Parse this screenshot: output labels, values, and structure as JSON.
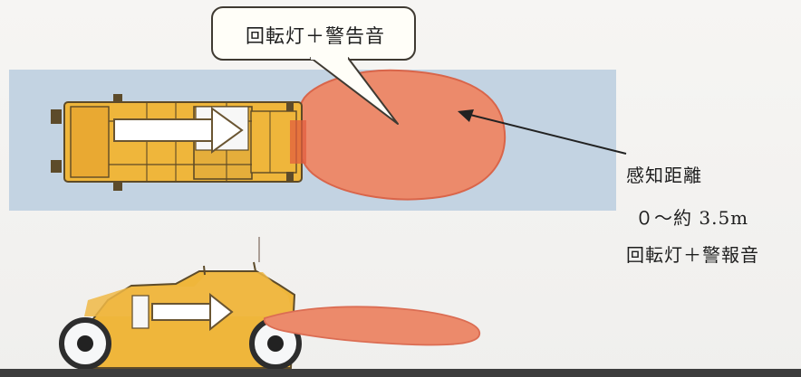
{
  "bubble": {
    "text": "回転灯＋警告音"
  },
  "annotation": {
    "line1": "感知距離",
    "line2": "０～約 3.5m",
    "line3": "回転灯＋警報音"
  },
  "colors": {
    "zone_background": "#c3d3e2",
    "detection_zone": "#ec8a6b",
    "vehicle_body": "#efb63b",
    "arrow_fill": "#ffffff",
    "outline": "#5e4a26"
  },
  "icons": {
    "top_vehicle": "vehicle-top-view-icon",
    "side_vehicle": "vehicle-side-view-icon",
    "direction": "direction-arrow-icon"
  }
}
